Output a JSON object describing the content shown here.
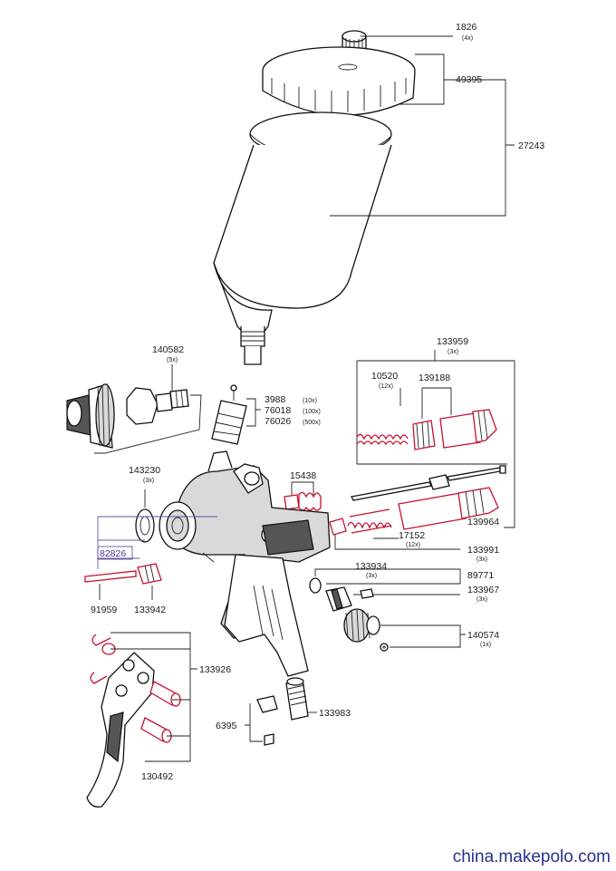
{
  "parts": {
    "p1826": {
      "number": "1826",
      "qty": "(4x)"
    },
    "p49395": {
      "number": "49395"
    },
    "p27243": {
      "number": "27243"
    },
    "p140582": {
      "number": "140582",
      "qty": "(5x)"
    },
    "p3988": {
      "number": "3988",
      "qty": "(10x)"
    },
    "p76018": {
      "number": "76018",
      "qty": "(100x)"
    },
    "p76026": {
      "number": "76026",
      "qty": "(500x)"
    },
    "p133959": {
      "number": "133959",
      "qty": "(3x)"
    },
    "p10520": {
      "number": "10520",
      "qty": "(12x)"
    },
    "p139188": {
      "number": "139188"
    },
    "p143230": {
      "number": "143230",
      "qty": "(3x)"
    },
    "p15438": {
      "number": "15438"
    },
    "p139964": {
      "number": "139964"
    },
    "p17152": {
      "number": "17152",
      "qty": "(12x)"
    },
    "p133991": {
      "number": "133991",
      "qty": "(3x)"
    },
    "p82826": {
      "number": "82826"
    },
    "p133934": {
      "number": "133934",
      "qty": "(3x)"
    },
    "p89771": {
      "number": "89771"
    },
    "p133967": {
      "number": "133967",
      "qty": "(3x)"
    },
    "p91959": {
      "number": "91959"
    },
    "p133942": {
      "number": "133942"
    },
    "p140574": {
      "number": "140574",
      "qty": "(1x)"
    },
    "p133926": {
      "number": "133926"
    },
    "p133983": {
      "number": "133983"
    },
    "p6395": {
      "number": "6395"
    },
    "p130492": {
      "number": "130492"
    }
  },
  "watermark": "china.makepolo.com",
  "colors": {
    "line": "#222222",
    "highlight": "#c8102e",
    "bracket_82826": "#6a4fa0",
    "watermark": "#2a2f8f"
  }
}
